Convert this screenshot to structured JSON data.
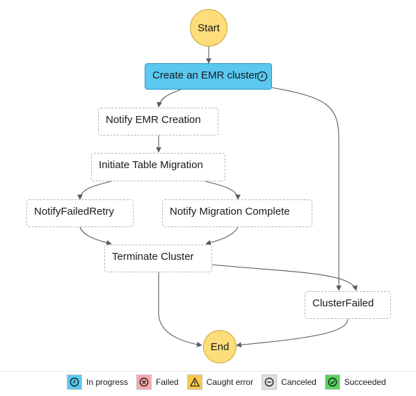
{
  "states": {
    "start": "Start",
    "create_emr": "Create an EMR cluster",
    "notify_emr": "Notify EMR Creation",
    "initiate_migration": "Initiate Table Migration",
    "notify_failed_retry": "NotifyFailedRetry",
    "notify_migration_complete": "Notify Migration Complete",
    "terminate_cluster": "Terminate Cluster",
    "cluster_failed": "ClusterFailed",
    "end": "End"
  },
  "legend": [
    {
      "label": "In progress",
      "icon": "clock-icon",
      "color": "#5bc8ef"
    },
    {
      "label": "Failed",
      "icon": "x-circle-icon",
      "color": "#f7a8a8"
    },
    {
      "label": "Caught error",
      "icon": "warning-icon",
      "color": "#f9c94d"
    },
    {
      "label": "Canceled",
      "icon": "minus-circle-icon",
      "color": "#e0e0e0"
    },
    {
      "label": "Succeeded",
      "icon": "check-circle-icon",
      "color": "#5ccf5c"
    }
  ],
  "colors": {
    "active_state": "#5bc8ef",
    "terminal_state": "#fddc7a",
    "edge": "#545b64"
  }
}
